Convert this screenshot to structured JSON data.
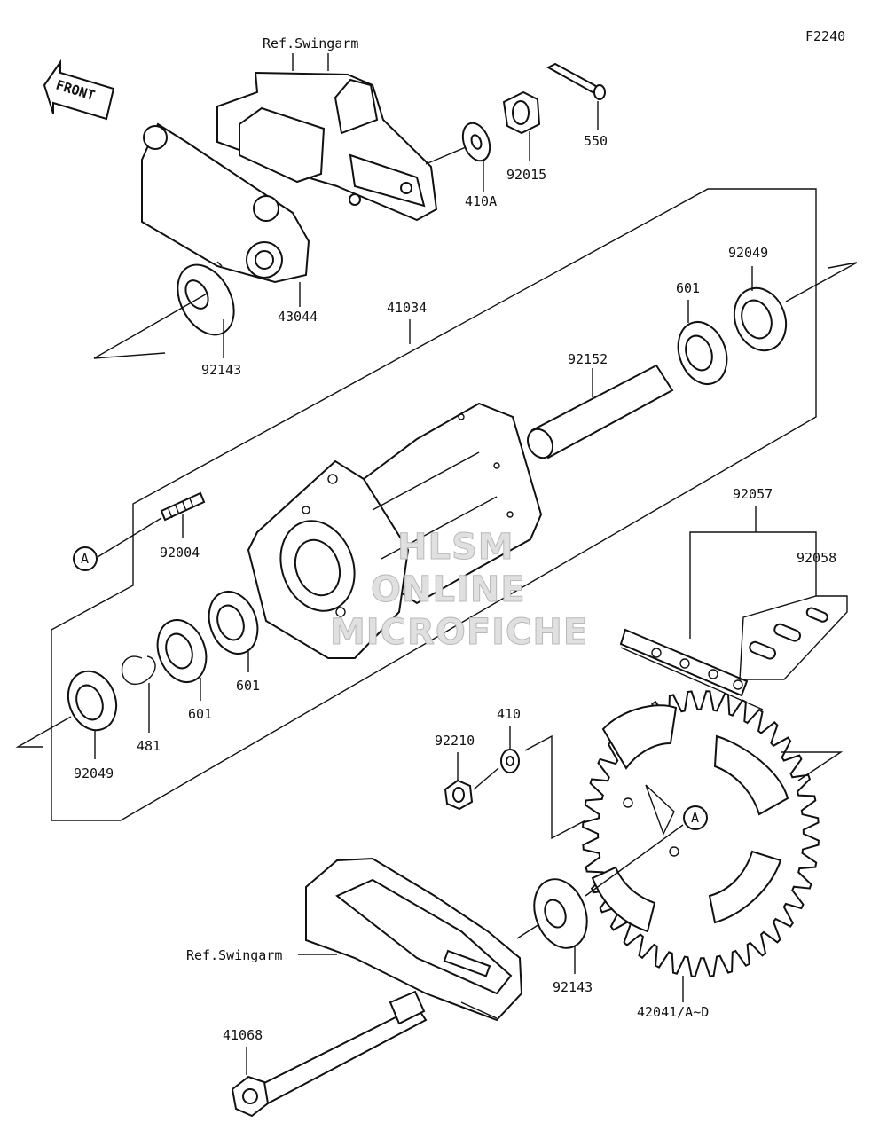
{
  "figure_id": "F2240",
  "front_label": "FRONT",
  "ref_labels": {
    "swingarm_top": "Ref.Swingarm",
    "swingarm_bottom": "Ref.Swingarm"
  },
  "callouts": {
    "c550": "550",
    "c92015": "92015",
    "c410A": "410A",
    "c43044": "43044",
    "c92143_top": "92143",
    "c41034": "41034",
    "c92049_top": "92049",
    "c601_top": "601",
    "c92152": "92152",
    "c92004": "92004",
    "c601_mid": "601",
    "c601_low": "601",
    "c481": "481",
    "c92049_low": "92049",
    "c92057": "92057",
    "c92058": "92058",
    "c410": "410",
    "c92210": "92210",
    "c92143_low": "92143",
    "c42041": "42041/A~D",
    "c41068": "41068"
  },
  "markers": {
    "marker_a_left": "A",
    "marker_a_sprocket": "A"
  },
  "watermark": {
    "line1": "HLSM",
    "line2": "ONLINE",
    "line3": "MICROFICHE"
  }
}
